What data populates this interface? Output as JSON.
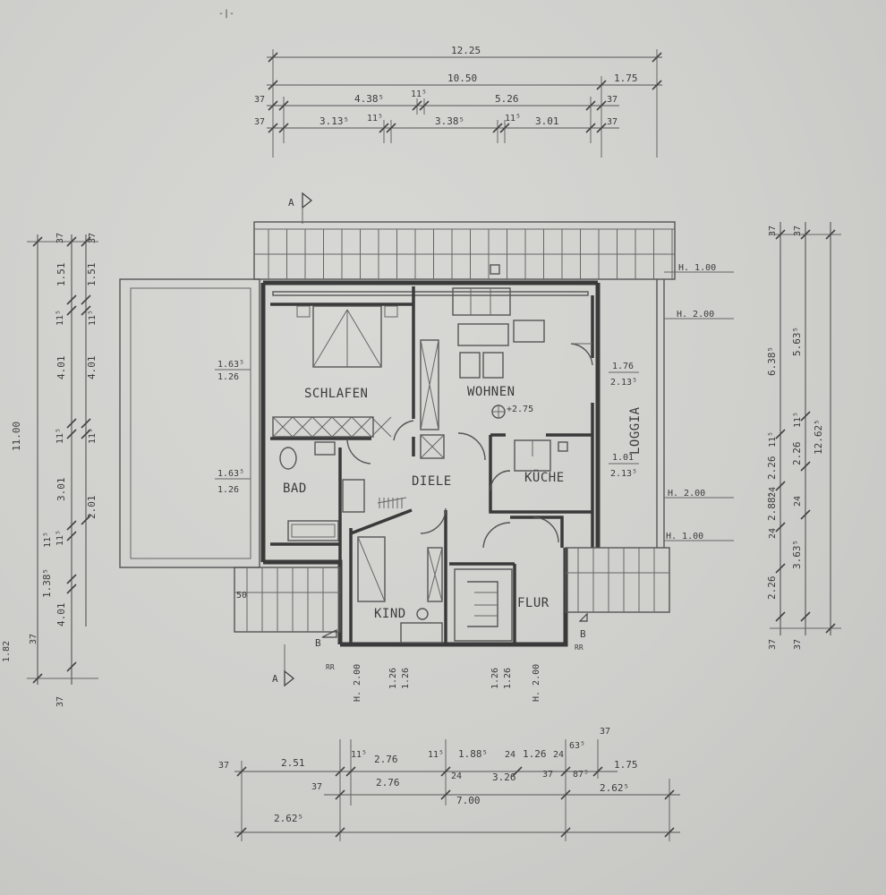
{
  "colors": {
    "paper": "#cfcfcc",
    "ink": "#3a3a3a"
  },
  "rooms": {
    "schlafen": "SCHLAFEN",
    "wohnen": "WOHNEN",
    "bad": "BAD",
    "diele": "DIELE",
    "kueche": "KÜCHE",
    "kind": "KIND",
    "flur": "FLUR",
    "loggia": "LOGGIA"
  },
  "section_marks": {
    "a": "A",
    "b": "B"
  },
  "level_mark": "+2.75",
  "window_labels": {
    "schlafen_top": "1.63⁵",
    "schlafen_bottom": "1.26",
    "bad_top": "1.63⁵",
    "bad_bottom": "1.26",
    "wohnen_top": "1.76",
    "wohnen_bottom": "2.13⁵",
    "kueche_top": "1.01",
    "kueche_bottom": "2.13⁵"
  },
  "heights": {
    "r1": "H. 1.00",
    "r2": "H. 2.00",
    "r3": "H. 2.00",
    "r4": "H. 1.00",
    "b1": "H. 2.00",
    "b2": "H. 2.00"
  },
  "top_dims": {
    "row1": [
      "12.25"
    ],
    "row2": [
      "10.50",
      "1.75"
    ],
    "row3": [
      "37",
      "4.38⁵",
      "11⁵",
      "5.26",
      "37"
    ],
    "row4": [
      "37",
      "3.13⁵",
      "11⁵",
      "3.38⁵",
      "11⁵",
      "3.01",
      "37"
    ]
  },
  "bottom_dims": {
    "row1": [
      "37",
      "2.51",
      "11⁵",
      "2.76",
      "11⁵",
      "1.88⁵",
      "24",
      "1.26",
      "24",
      "63⁵",
      "37"
    ],
    "row2": [
      "37",
      "2.76",
      "24",
      "3.26",
      "37",
      "87⁵",
      "1.75"
    ],
    "row3": [
      "2.62⁵",
      "7.00",
      "2.62⁵"
    ],
    "window_w": [
      "1.26",
      "1.26",
      "1.26",
      "1.26"
    ]
  },
  "left_dims": {
    "total": "11.00",
    "col1": [
      "37",
      "1.51",
      "11⁵",
      "4.01",
      "11⁵",
      "3.01",
      "11⁵",
      "1.38⁵",
      "11⁵",
      "4.01",
      "37"
    ],
    "col2": [
      "37",
      "1.51",
      "11⁵",
      "4.01",
      "11⁵",
      "2.01",
      "1.82",
      "37"
    ],
    "misc": "50"
  },
  "right_dims": {
    "col1": [
      "37",
      "6.38⁵",
      "11⁵",
      "2.26",
      "24",
      "2.88⁵",
      "24",
      "2.26",
      "37"
    ],
    "col2": [
      "37",
      "5.63⁵",
      "11⁵",
      "2.26",
      "24",
      "3.63⁵",
      "37"
    ],
    "total": "12.62⁵"
  },
  "corner_marks": {
    "rr_left": "RR",
    "rr_right": "RR",
    "dash": "-|-"
  }
}
